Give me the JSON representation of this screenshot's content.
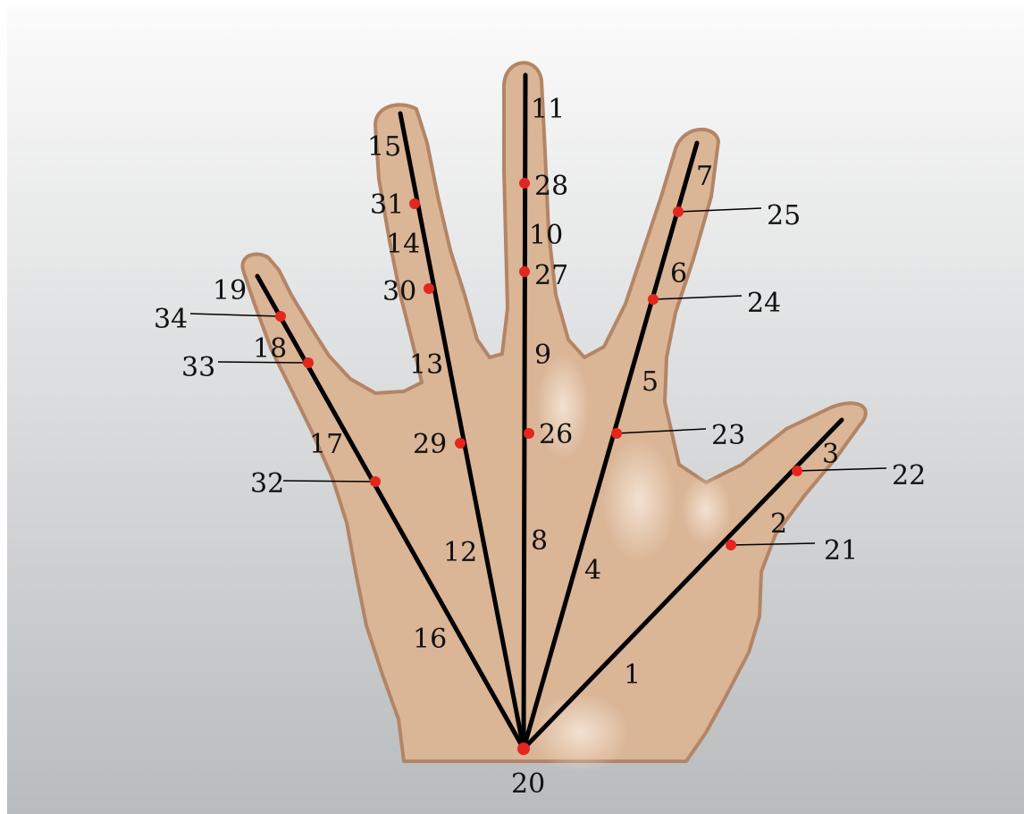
{
  "colors": {
    "background_top": "#fbfbfb",
    "background_bottom": "#b9bcbe",
    "skin": "#dab596",
    "skin_edge": "#b38566",
    "skin_highlight": "#f6e6d8",
    "line": "#000000",
    "point": "#e3271f"
  },
  "landmarks": {
    "origin": "20",
    "segments": {
      "thumb": [
        "1",
        "2",
        "3"
      ],
      "index": [
        "4",
        "5",
        "6",
        "7"
      ],
      "middle": [
        "8",
        "9",
        "10",
        "11"
      ],
      "ring": [
        "12",
        "13",
        "14",
        "15"
      ],
      "little": [
        "16",
        "17",
        "18",
        "19"
      ]
    },
    "points": {
      "thumb": [
        "21",
        "22"
      ],
      "index": [
        "23",
        "24",
        "25"
      ],
      "middle": [
        "26",
        "27",
        "28"
      ],
      "ring": [
        "29",
        "30",
        "31"
      ],
      "little": [
        "32",
        "33",
        "34"
      ]
    }
  }
}
